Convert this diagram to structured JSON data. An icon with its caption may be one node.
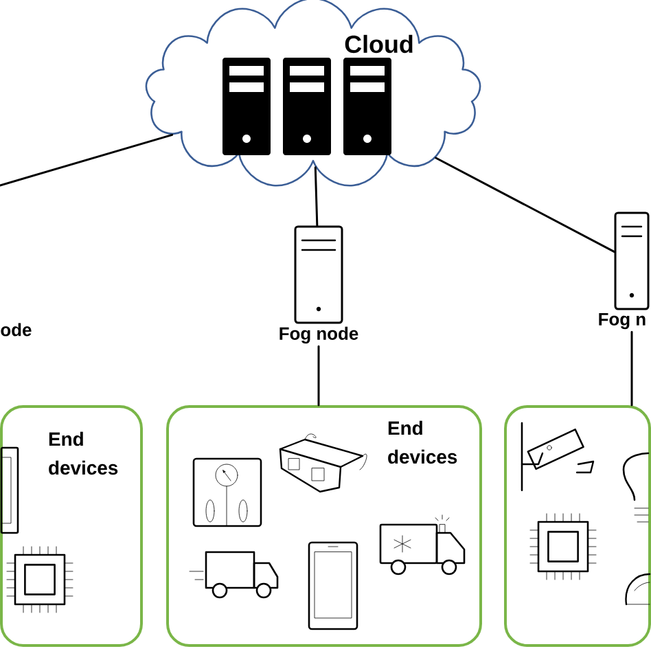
{
  "diagram": {
    "nodes": [
      {
        "text": [
          "Cloud"
        ]
      },
      {
        "text": [
          "Fog node"
        ]
      },
      {
        "text": [
          "Fog n"
        ]
      },
      {
        "text": [
          "End devices"
        ]
      },
      {
        "text": [
          "End devices"
        ]
      },
      {
        "text": [],
        "shape": "box"
      }
    ],
    "edges": [
      {
        "from": 0,
        "to": null,
        "arrow": "none"
      },
      {
        "from": 0,
        "to": 1,
        "arrow": "none"
      },
      {
        "from": 0,
        "to": 2,
        "arrow": "none"
      },
      {
        "from": 1,
        "to": 4,
        "arrow": "none"
      },
      {
        "from": 2,
        "to": 5,
        "arrow": "none"
      }
    ],
    "labels": [
      "ode"
    ]
  }
}
